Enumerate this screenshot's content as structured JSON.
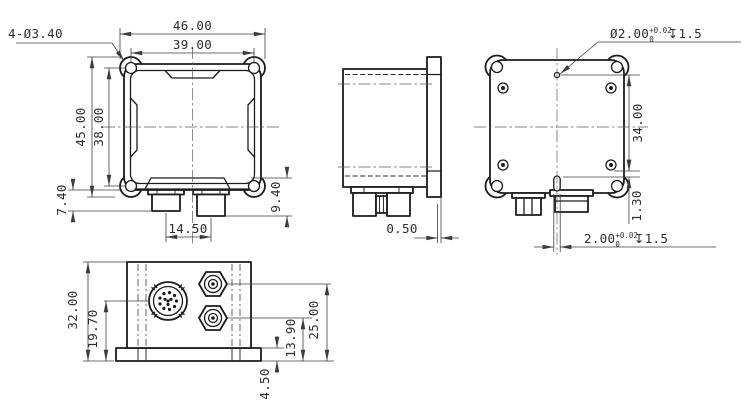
{
  "drawing": {
    "ink_color": "#1c1c1c",
    "front": {
      "width_outer": "46.00",
      "hole_spacing_x": "39.00",
      "holes_note": "4-Ø3.40",
      "height_outer": "45.00",
      "hole_spacing_y": "38.00",
      "left_connector_protrusion": "7.40",
      "right_connector_protrusion": "9.40",
      "connector_spacing": "14.50"
    },
    "side": {
      "flange_offset": "0.50"
    },
    "back": {
      "pin_hole_dia": "Ø2.00",
      "pin_hole_tol_upper": "+0.02",
      "pin_hole_tol_lower": "0",
      "depth_symbol": "↧",
      "pin_hole_depth": "1.5",
      "hole_to_slot_height": "34.00",
      "slot_offset": "1.30",
      "slot_width": "2.00",
      "slot_tol_upper": "+0.02",
      "slot_tol_lower": "0",
      "slot_depth": "1.5"
    },
    "bottom": {
      "overall_height": "32.00",
      "circular_connector_height": "19.70",
      "sma_top_height": "25.00",
      "sma_bottom_height": "13.90",
      "base_plate_thickness": "4.50"
    }
  }
}
